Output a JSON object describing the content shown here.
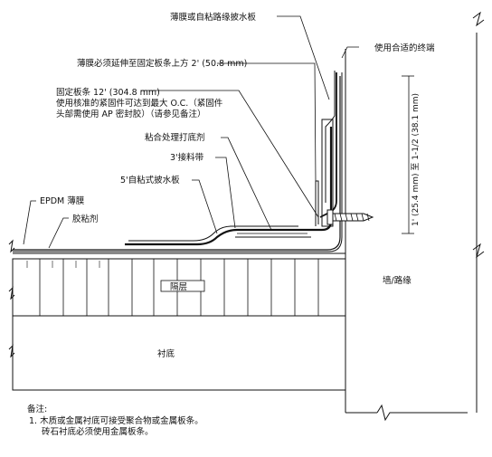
{
  "labels": {
    "flashing": "薄膜或自粘路缘披水板",
    "termination": "使用合适的终端",
    "extend": "薄膜必须延伸至固定板条上方 2' (50.8 mm)",
    "nailer_1": "固定板条 12' (304.8 mm)",
    "nailer_2": "使用核准的紧固件可达到最大 O.C.（紧固件",
    "nailer_3": "头部需使用 AP 密封胶）（请参见备注）",
    "primer": "粘合处理打底剂",
    "tape": "3'接料带",
    "self_flash": "5'自粘式披水板",
    "epdm": "EPDM 薄膜",
    "adhesive": "胶粘剂",
    "insulation": "隔层",
    "substrate": "衬底",
    "wall": "墙/路缘",
    "dimension": "1' (25.4 mm) 至 1-1/2 (38.1 mm)"
  },
  "notes": {
    "title": "备注:",
    "line1": "1. 木质或金属衬底可接受聚合物或金属板条。",
    "line2": "砖石衬底必须使用金属板条。"
  }
}
